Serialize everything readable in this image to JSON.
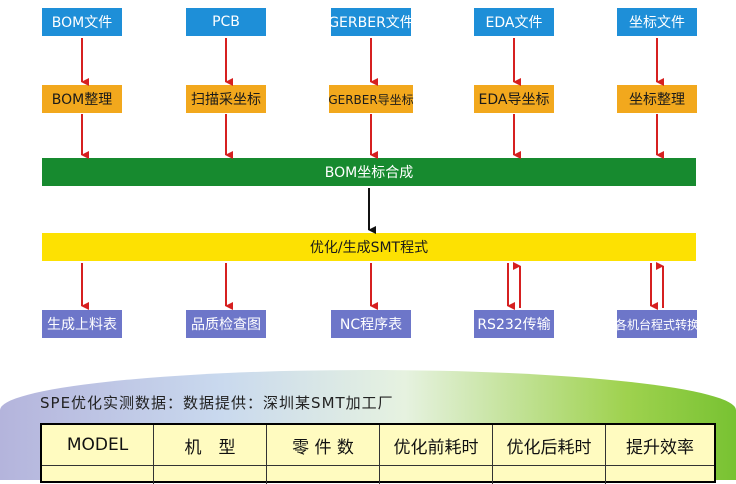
{
  "top_row": [
    "BOM文件",
    "PCB",
    "GERBER文件",
    "EDA文件",
    "坐标文件"
  ],
  "second_row": [
    "BOM整理",
    "扫描采坐标",
    "GERBER导坐标",
    "EDA导坐标",
    "坐标整理"
  ],
  "merge_bar": "BOM坐标合成",
  "optimize_bar": "优化/生成SMT程式",
  "output_row": [
    "生成上料表",
    "品质检查图",
    "NC程序表",
    "RS232传输",
    "各机台程式转换"
  ],
  "caption": "SPE优化实测数据：数据提供：深圳某SMT加工厂",
  "table": {
    "headers": [
      "MODEL",
      "机　型",
      "零 件 数",
      "优化前耗时",
      "优化后耗时",
      "提升效率"
    ]
  },
  "colors": {
    "blue": "#1e8fd8",
    "orange": "#f2a81d",
    "green": "#178a2f",
    "yellow": "#fde102",
    "purple": "#6d76c9",
    "arrow": "#d62020"
  }
}
